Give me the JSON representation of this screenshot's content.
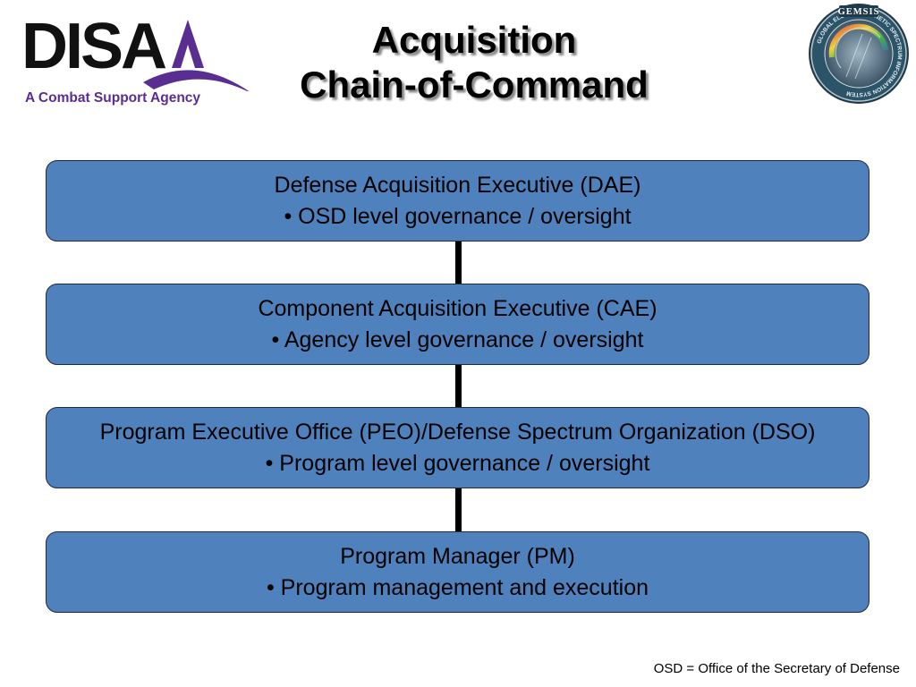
{
  "header": {
    "logo_text": "DISA",
    "tagline": "A Combat Support Agency",
    "title_line1": "Acquisition",
    "title_line2": "Chain-of-Command",
    "seal_text": "GEMSIS",
    "seal_ring_text": "GLOBAL ELECTROMAGNETIC SPECTRUM INFORMATION SYSTEM"
  },
  "diagram": {
    "nodes": [
      {
        "head": "Defense Acquisition Executive (DAE)",
        "bullet": "• OSD level governance / oversight"
      },
      {
        "head": "Component Acquisition Executive (CAE)",
        "bullet": "• Agency level governance / oversight"
      },
      {
        "head": "Program Executive Office (PEO)/Defense Spectrum Organization (DSO)",
        "bullet": "• Program level governance / oversight"
      },
      {
        "head": "Program Manager (PM)",
        "bullet": "• Program management and execution"
      }
    ]
  },
  "footer": {
    "note": "OSD = Office of the Secretary of Defense"
  },
  "colors": {
    "box_fill": "#4f81bd",
    "tagline": "#5a2d91",
    "logo_swoosh": "#5a2d91"
  }
}
